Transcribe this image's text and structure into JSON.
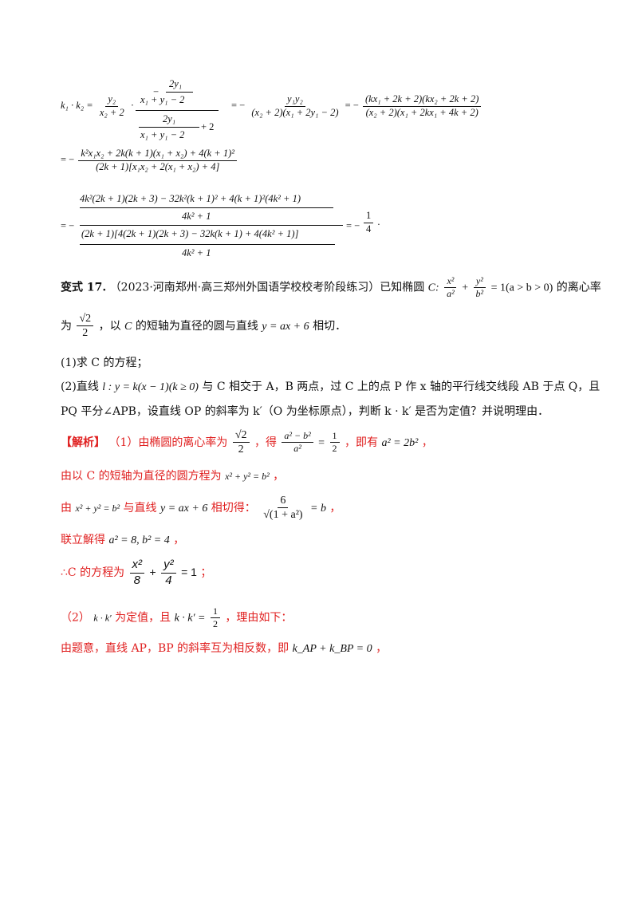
{
  "top_formulas": {
    "l1_lhs": "k₁ · k₂ =",
    "l1_frac1_num": "y₂",
    "l1_frac1_den": "x₂ + 2",
    "l1_dot": "·",
    "l1_big_num_top_minus": "−",
    "l1_big_num_top": "2y₁",
    "l1_big_num_bottom": "x₁ + y₁ − 2",
    "l1_big_den_top": "2y₁",
    "l1_big_den_bottom": "x₁ + y₁ − 2",
    "l1_big_den_plus": "+ 2",
    "l1_eq2": "= −",
    "l1_frac3_num": "y₁y₂",
    "l1_frac3_den": "(x₂ + 2)(x₁ + 2y₁ − 2)",
    "l1_eq3": "= −",
    "l1_frac4_num": "(kx₁ + 2k + 2)(kx₂ + 2k + 2)",
    "l1_frac4_den": "(x₂ + 2)(x₁ + 2kx₁ + 4k + 2)",
    "l2_eq": "= −",
    "l2_num": "k²x₁x₂ + 2k(k + 1)(x₁ + x₂) + 4(k + 1)²",
    "l2_den": "(2k + 1)[x₁x₂ + 2(x₁ + x₂) + 4]",
    "l3_eq": "= −",
    "l3_num_top": "4k²(2k + 1)(2k + 3) − 32k²(k + 1)² + 4(k + 1)²(4k² + 1)",
    "l3_num_bottom": "4k² + 1",
    "l3_den_top": "(2k + 1)[4(2k + 1)(2k + 3) − 32k(k + 1) + 4(4k² + 1)]",
    "l3_den_bottom": "4k² + 1",
    "l3_result": "= −",
    "l3_result_num": "1",
    "l3_result_den": "4",
    "l3_period": "."
  },
  "problem": {
    "label": "变式 17.",
    "source": "（2023·河南郑州·高三郑州外国语学校校考阶段练习）已知椭圆",
    "ellipse_c": "C:",
    "ellipse_x_num": "x²",
    "ellipse_x_den": "a²",
    "ellipse_plus": "+",
    "ellipse_y_num": "y²",
    "ellipse_y_den": "b²",
    "ellipse_rhs": "= 1(a > b > 0)",
    "eccentricity_text": "的离心率",
    "line2_prefix": "为",
    "sqrt2_num": "√2",
    "sqrt2_den": "2",
    "line2_mid": "，以",
    "line2_c": "C",
    "line2_rest": "的短轴为直径的圆与直线",
    "line2_eq": "y = ax + 6",
    "line2_end": "相切．",
    "q1": "(1)求 C 的方程；",
    "q2_start": "(2)直线",
    "q2_line": "l : y = k(x − 1)(k ≥ 0)",
    "q2_mid": "与 C 相交于 A，B 两点，过 C 上的点 P 作 x 轴的平行线交线段 AB 于点 Q，且",
    "q2_line2": "PQ 平分∠APB，设直线 OP 的斜率为 k′（O 为坐标原点），判断 k · k′ 是否为定值？并说明理由．"
  },
  "solution": {
    "tag": "【解析】",
    "s1_a": "（1）由椭圆的离心率为",
    "s1_frac_num": "√2",
    "s1_frac_den": "2",
    "s1_b": "，得",
    "s1_frac2_num": "a² − b²",
    "s1_frac2_den": "a²",
    "s1_eq": "=",
    "s1_half_num": "1",
    "s1_half_den": "2",
    "s1_c": "，即有",
    "s1_res": "a² = 2b²",
    "s1_comma": "，",
    "s2": "由以 C 的短轴为直径的圆方程为",
    "s2_eq": "x² + y² = b²",
    "s2_end": "，",
    "s3_a": "由",
    "s3_eq1": "x² + y² = b²",
    "s3_b": "与直线",
    "s3_eq2": "y = ax + 6",
    "s3_c": "相切得：",
    "s3_frac_num": "6",
    "s3_frac_den": "√(1 + a²)",
    "s3_rhs": "= b",
    "s3_end": "，",
    "s4_a": "联立解得",
    "s4_eq": "a² = 8, b² = 4",
    "s4_end": "，",
    "s5_a": "∴C 的方程为",
    "s5_xnum": "x²",
    "s5_xden": "8",
    "s5_plus": "+",
    "s5_ynum": "y²",
    "s5_yden": "4",
    "s5_rhs": "= 1",
    "s5_end": "；",
    "s6_a": "（2）",
    "s6_kk": "k · k′",
    "s6_b": "为定值，且",
    "s6_eq": "k · k′ =",
    "s6_num": "1",
    "s6_den": "2",
    "s6_c": "，理由如下：",
    "s7_a": "由题意，直线 AP，BP 的斜率互为相反数，即",
    "s7_eq": "k_AP + k_BP = 0",
    "s7_end": "，"
  }
}
